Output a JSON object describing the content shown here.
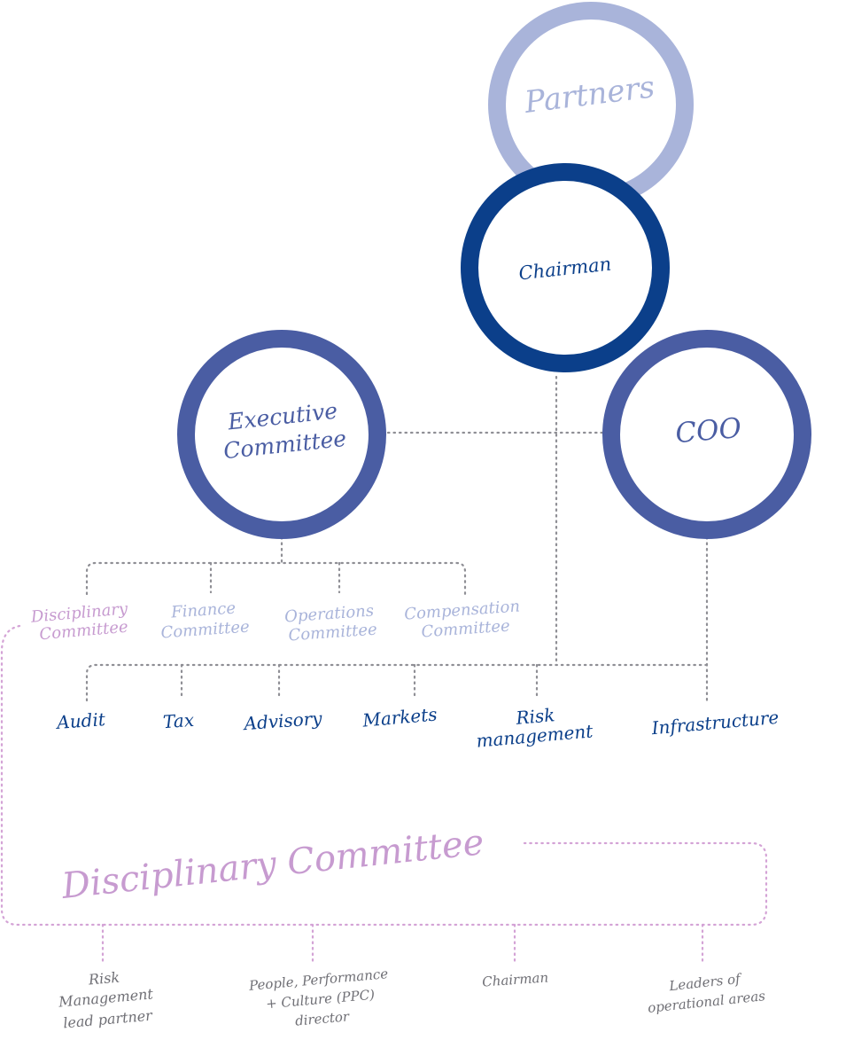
{
  "colors": {
    "partners_ring": "#a9b4da",
    "chairman_ring": "#0b3f8a",
    "committee_ring": "#4a5da3",
    "dark_text": "#0b3f8a",
    "committee_text": "#4a5da3",
    "light_text": "#a9b4da",
    "disciplinary": "#c79bd0",
    "grey_text": "#6f6f75",
    "connector": "#8f8f95"
  },
  "nodes": {
    "partners": "Partners",
    "chairman": "Chairman",
    "executive_committee": {
      "line1": "Executive",
      "line2": "Committee"
    },
    "coo": "COO"
  },
  "committees": [
    {
      "line1": "Disciplinary",
      "line2": "Committee"
    },
    {
      "line1": "Finance",
      "line2": "Committee"
    },
    {
      "line1": "Operations",
      "line2": "Committee"
    },
    {
      "line1": "Compensation",
      "line2": "Committee"
    }
  ],
  "functions": [
    {
      "line1": "Audit",
      "line2": ""
    },
    {
      "line1": "Tax",
      "line2": ""
    },
    {
      "line1": "Advisory",
      "line2": ""
    },
    {
      "line1": "Markets",
      "line2": ""
    },
    {
      "line1": "Risk",
      "line2": "management"
    },
    {
      "line1": "Infrastructure",
      "line2": ""
    }
  ],
  "disciplinary_committee": {
    "title": "Disciplinary Committee",
    "members": [
      {
        "lines": [
          "Risk",
          "Management",
          "lead partner"
        ]
      },
      {
        "lines": [
          "People, Performance",
          "+ Culture (PPC)",
          "director"
        ]
      },
      {
        "lines": [
          "Chairman"
        ]
      },
      {
        "lines": [
          "Leaders of",
          "operational areas"
        ]
      }
    ]
  }
}
